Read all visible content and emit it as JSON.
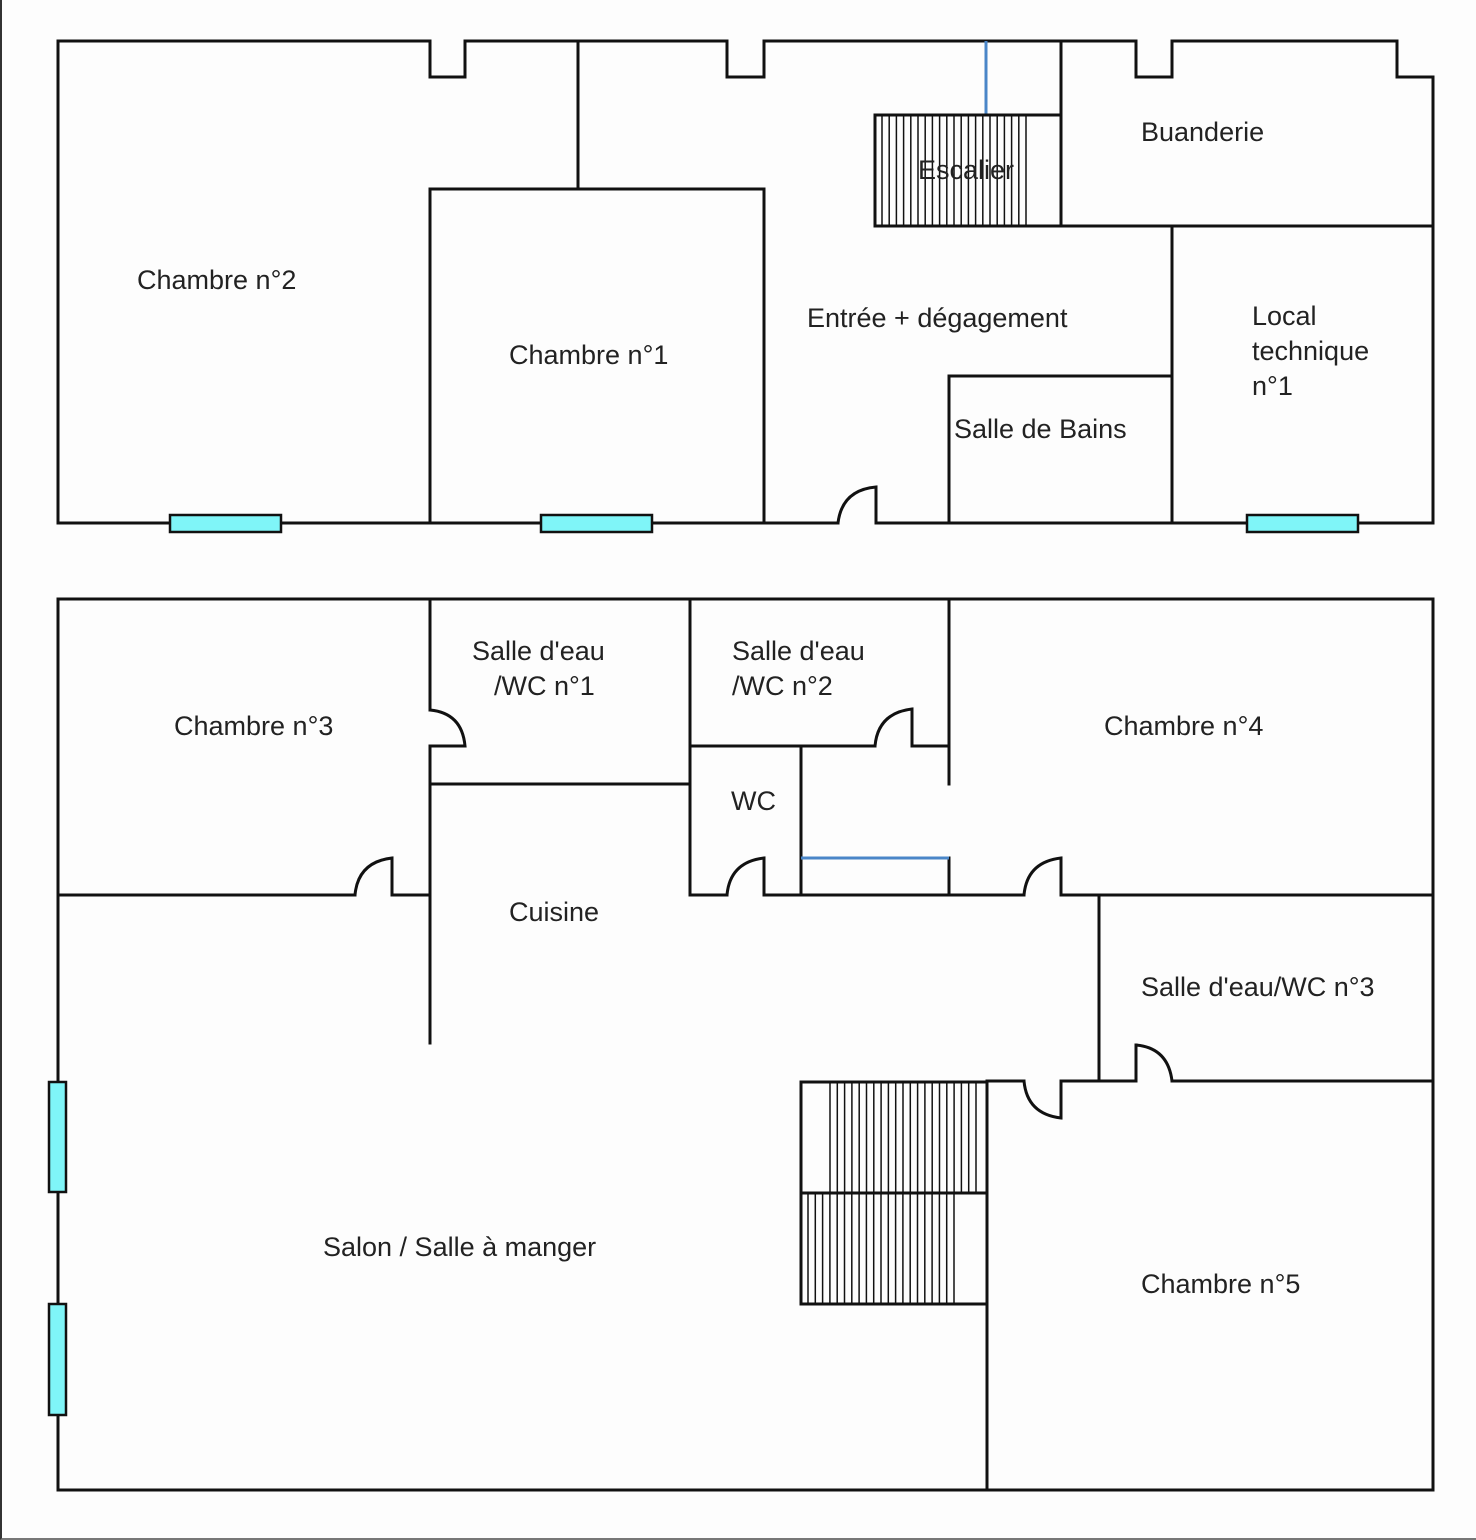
{
  "plan": {
    "upper_floor": {
      "rooms": [
        {
          "id": "chambre-2",
          "label": "Chambre n°2"
        },
        {
          "id": "chambre-1",
          "label": "Chambre n°1"
        },
        {
          "id": "escalier",
          "label": "Escalier"
        },
        {
          "id": "buanderie",
          "label": "Buanderie"
        },
        {
          "id": "entree",
          "label": "Entrée + dégagement"
        },
        {
          "id": "salle-de-bains",
          "label": "Salle de Bains"
        },
        {
          "id": "local-technique",
          "label_lines": [
            "Local",
            "technique",
            "n°1"
          ]
        }
      ]
    },
    "lower_floor": {
      "rooms": [
        {
          "id": "chambre-3",
          "label": "Chambre n°3"
        },
        {
          "id": "salle-eau-1",
          "label_lines": [
            "Salle d'eau",
            "/WC n°1"
          ]
        },
        {
          "id": "salle-eau-2",
          "label_lines": [
            "Salle d'eau",
            "/WC n°2"
          ]
        },
        {
          "id": "chambre-4",
          "label": "Chambre n°4"
        },
        {
          "id": "wc",
          "label": "WC"
        },
        {
          "id": "cuisine",
          "label": "Cuisine"
        },
        {
          "id": "salle-eau-3",
          "label": "Salle d'eau/WC n°3"
        },
        {
          "id": "salon",
          "label": "Salon / Salle à manger"
        },
        {
          "id": "chambre-5",
          "label": "Chambre n°5"
        }
      ]
    },
    "colors": {
      "wall": "#111111",
      "window": "#7ff5f8",
      "partition_blue": "#4a86c8",
      "background": "#fdfdfd"
    }
  }
}
